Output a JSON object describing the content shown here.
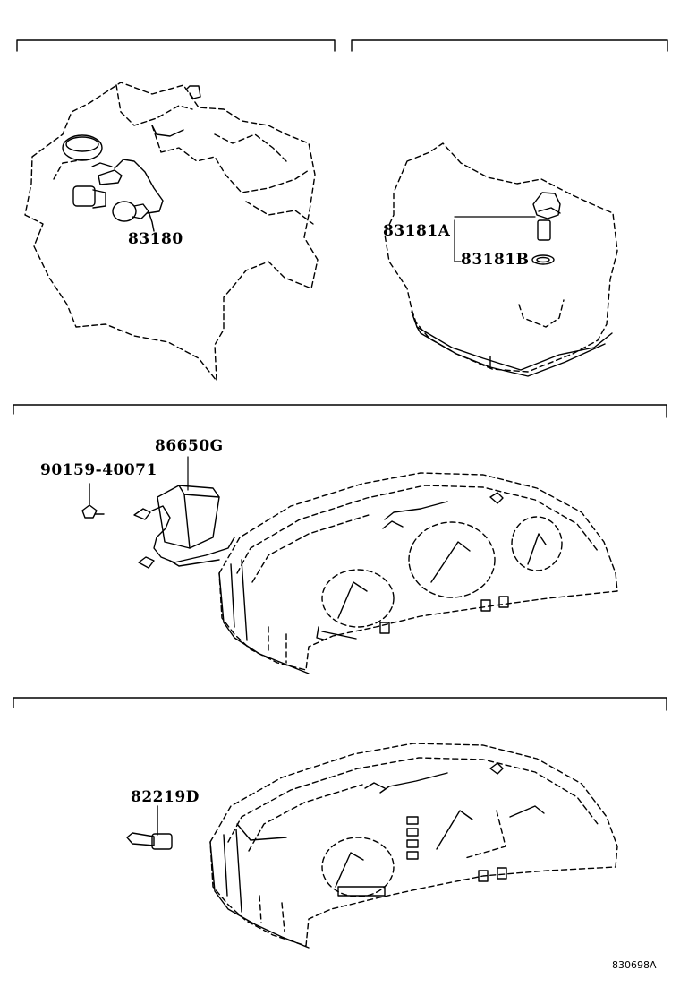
{
  "diagram_ref": "830698A",
  "sections": [
    {
      "id": "speed-sensor-a",
      "parts": [
        {
          "number": "83180"
        }
      ]
    },
    {
      "id": "speed-sensor-b",
      "parts": [
        {
          "number": "83181A"
        },
        {
          "number": "83181B"
        }
      ]
    },
    {
      "id": "meter-housing",
      "parts": [
        {
          "number": "86650G"
        },
        {
          "number": "90159-40071"
        }
      ]
    },
    {
      "id": "meter-bulb",
      "parts": [
        {
          "number": "82219D"
        }
      ]
    }
  ]
}
